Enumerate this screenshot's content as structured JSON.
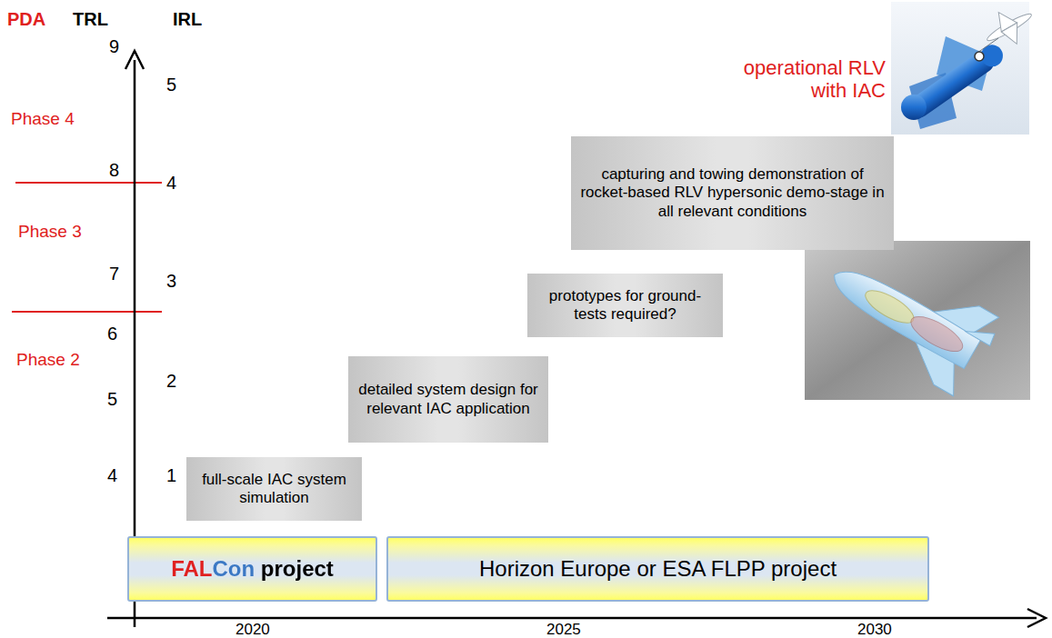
{
  "diagram": {
    "nodes": [
      {
        "text": [
          "capturing and towing demonstration of rocket-based RLV hypersonic demo-stage in all relevant conditions"
        ]
      },
      {
        "text": [
          "prototypes for ground-tests required?"
        ]
      },
      {
        "text": [
          "detailed system design for relevant IAC application"
        ]
      },
      {
        "text": [
          "full-scale IAC system simulation"
        ]
      },
      {
        "text": [
          "FALCon project"
        ]
      },
      {
        "text": [
          "Horizon Europe or ESA FLPP project"
        ]
      }
    ],
    "edges": [],
    "labels": [
      "PDA",
      "TRL",
      "IRL",
      "9",
      "8",
      "7",
      "6",
      "5",
      "4",
      "5",
      "4",
      "3",
      "2",
      "1",
      "Phase 4",
      "Phase 3",
      "Phase 2",
      "operational RLV with IAC",
      "2020",
      "2025",
      "2030"
    ]
  }
}
